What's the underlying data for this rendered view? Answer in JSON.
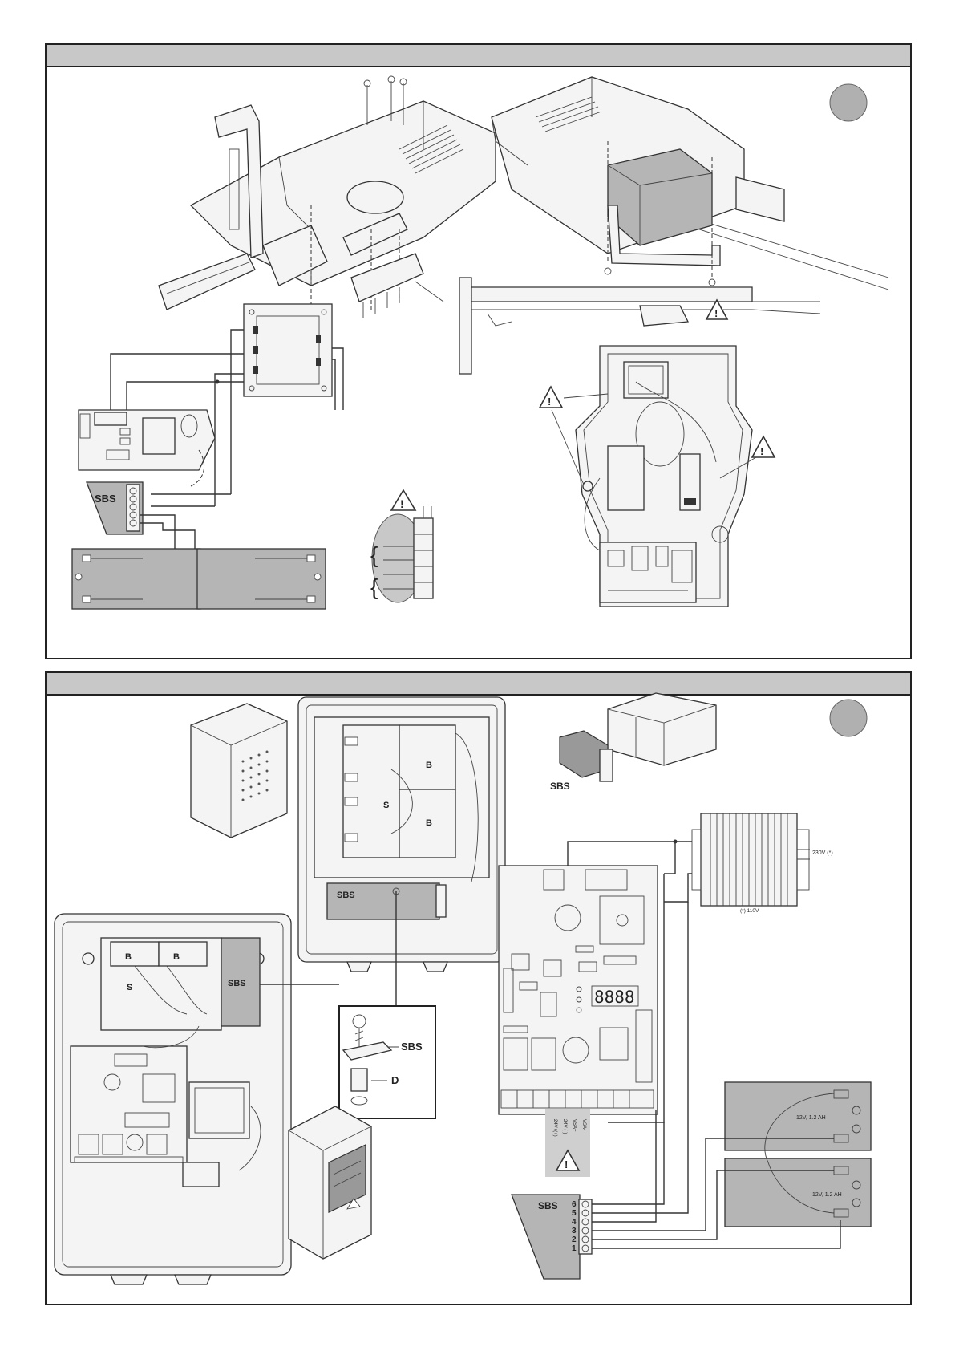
{
  "figure1": {
    "labels": {
      "sbs": "SBS"
    }
  },
  "figure2": {
    "labels": {
      "sbs": "SBS",
      "b": "B",
      "s": "S",
      "d": "D",
      "voltage_230": "230V (*)",
      "voltage_110": "(*) 110V",
      "battery_spec": "12V, 1.2 AH",
      "terminal_labels": [
        "24V+(+)",
        "24V-(-)",
        "VSA+",
        "VSA-"
      ],
      "sbs_numbers": [
        "6",
        "5",
        "4",
        "3",
        "2",
        "1"
      ]
    }
  },
  "colors": {
    "header": "#c8c8c8",
    "battery": "#b5b5b5",
    "circle": "#b0b0b0"
  }
}
